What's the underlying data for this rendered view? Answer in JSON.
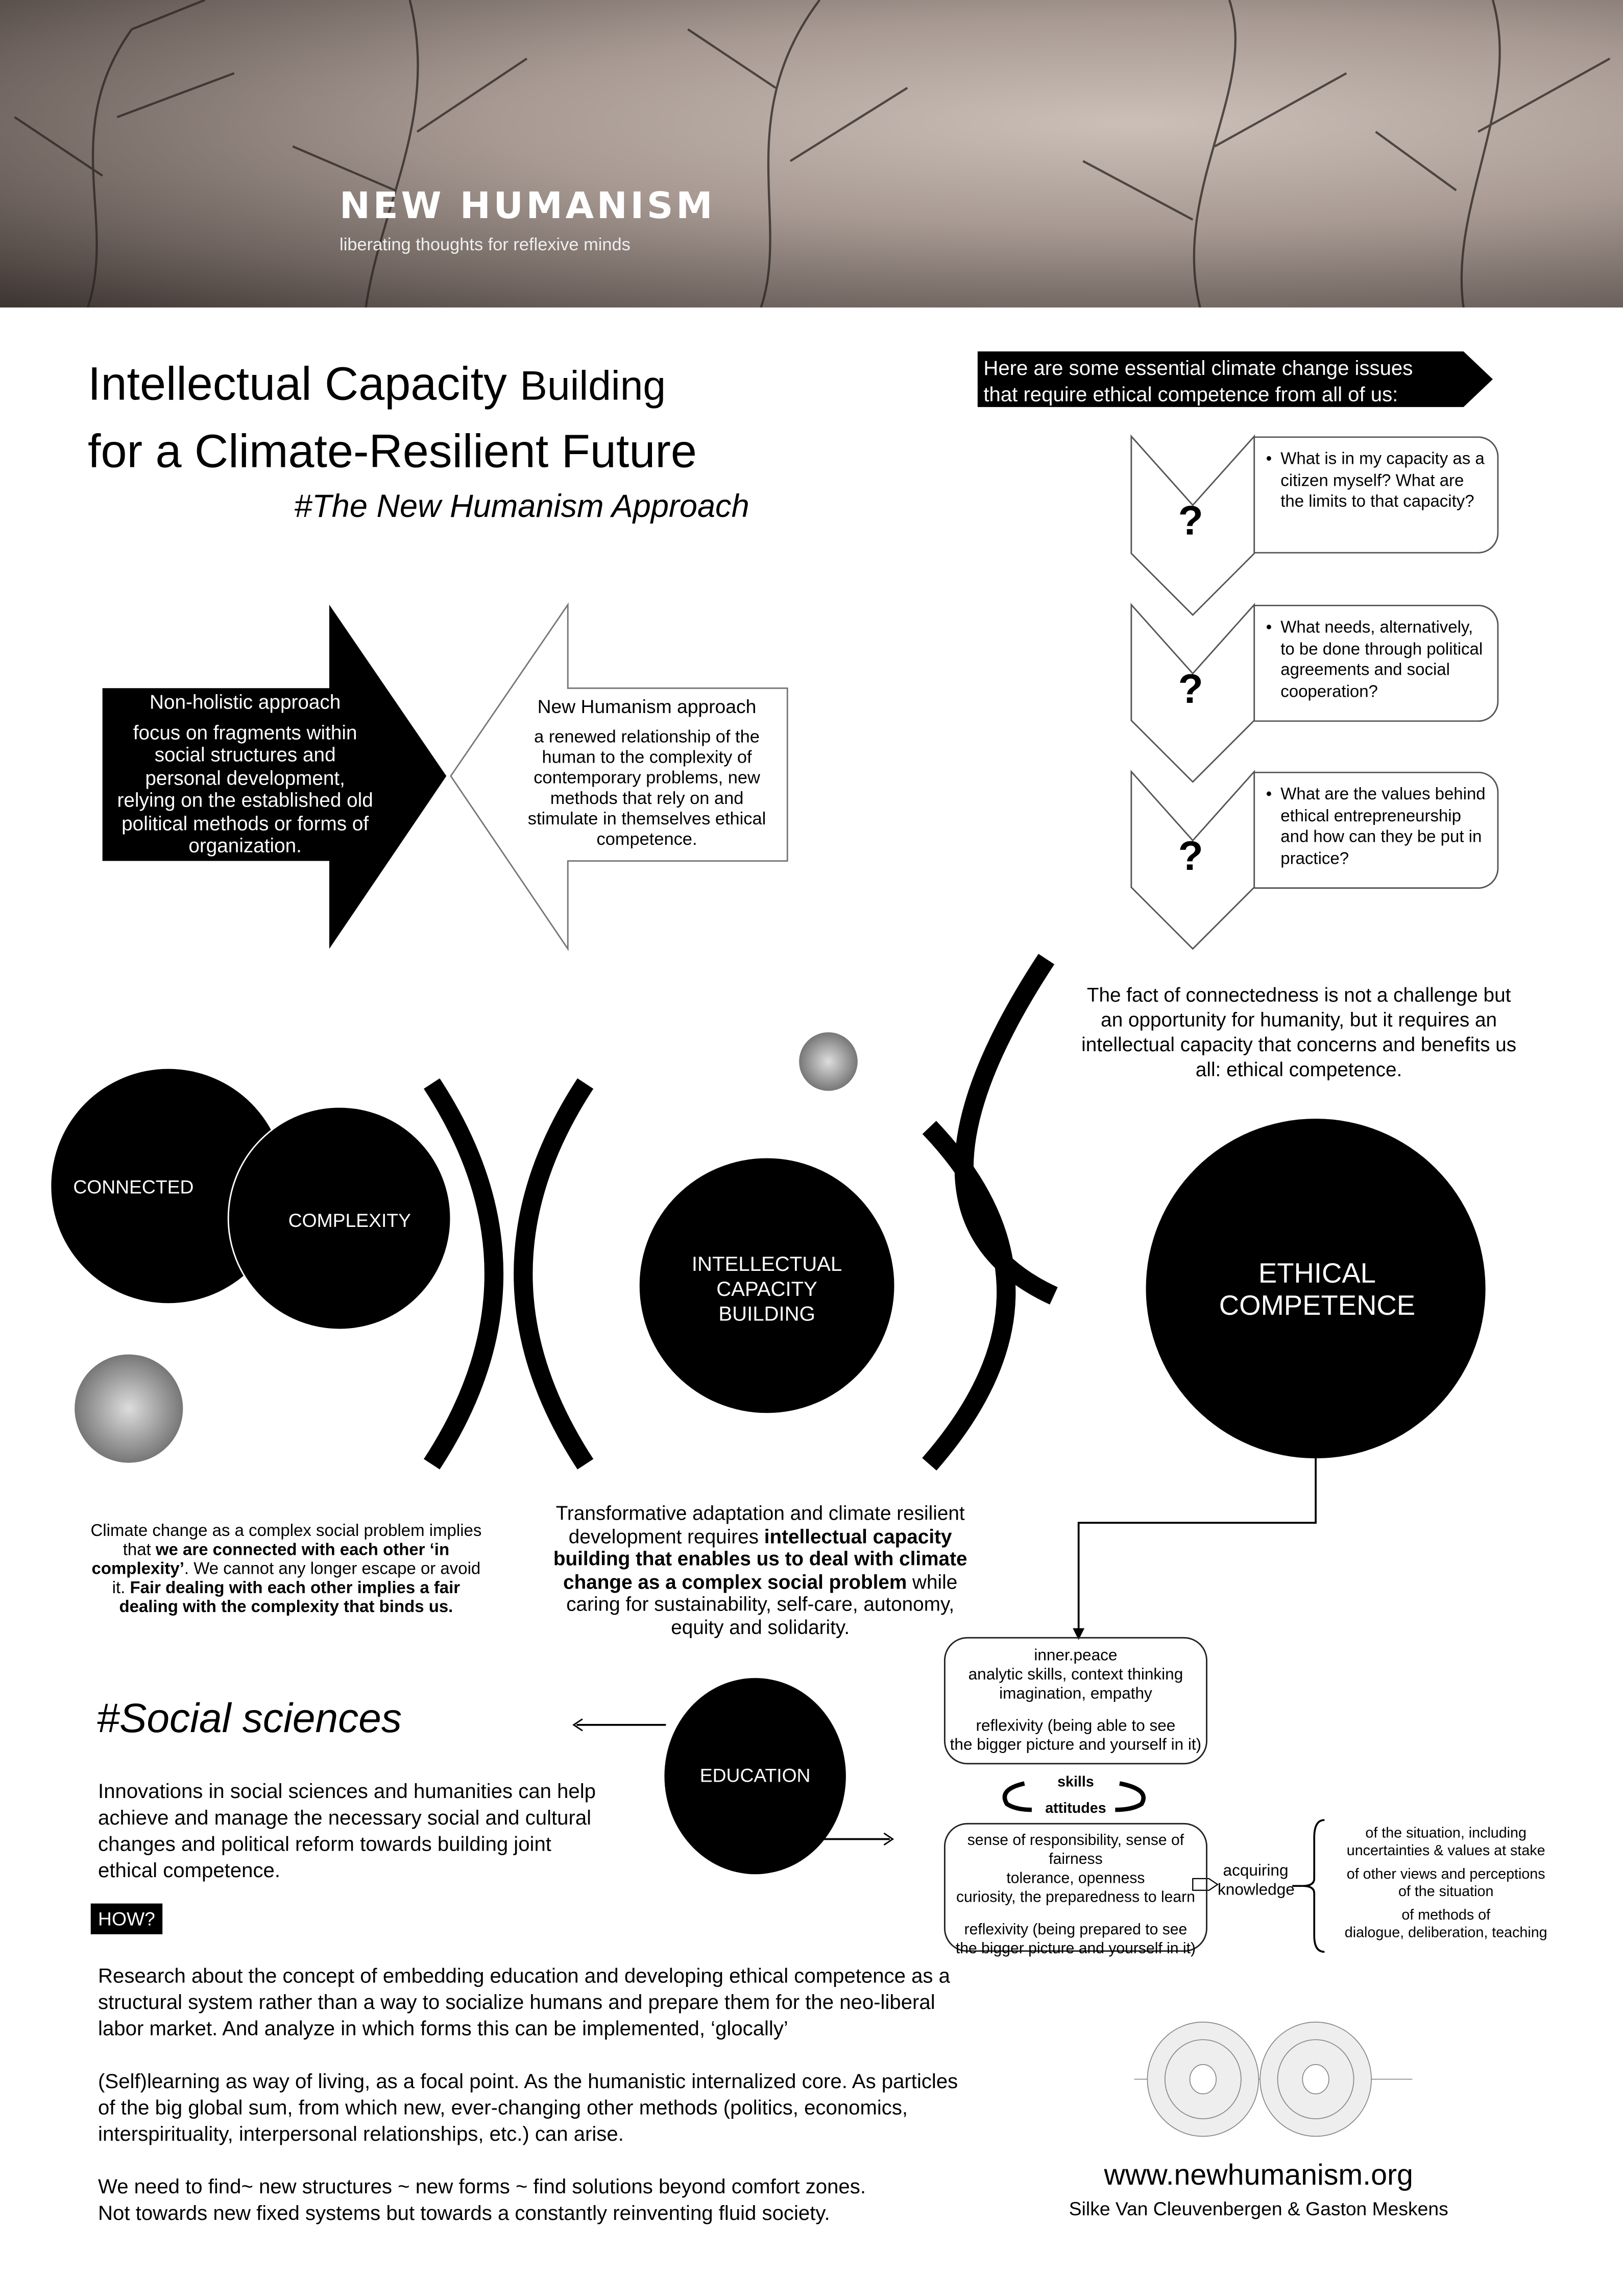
{
  "header": {
    "brand": "NEW HUMANISM",
    "tagline": "liberating thoughts for reflexive minds"
  },
  "title": {
    "line1_main": "Intellectual Capacity",
    "line1_small": "Building",
    "line2": "for a Climate-Resilient Future",
    "subtitle": "#The New Humanism Approach"
  },
  "issues": {
    "banner_line1": "Here are some essential climate change issues",
    "banner_line2": "that require ethical competence from all of us:",
    "items": [
      {
        "mark": "?",
        "text": "What is in my capacity as a citizen myself?  What are the limits to that capacity?"
      },
      {
        "mark": "?",
        "text": "What needs, alternatively, to be done through political agreements and social cooperation?"
      },
      {
        "mark": "?",
        "text": "What are the values behind ethical entrepreneurship and how can they be put in practice?"
      }
    ]
  },
  "approaches": {
    "non_holistic": {
      "title": "Non-holistic approach",
      "text": "focus on fragments within social structures and personal development, relying on the established old political methods or forms of organization."
    },
    "new_humanism": {
      "title": "New Humanism approach",
      "text": "a renewed relationship of the human to the complexity of contemporary problems, new methods that rely on and stimulate in themselves ethical competence."
    }
  },
  "circles": {
    "connected": "CONNECTED",
    "complexity": "COMPLEXITY",
    "icb": "INTELLECTUAL CAPACITY BUILDING",
    "ethical": "ETHICAL COMPETENCE",
    "education": "EDUCATION"
  },
  "connectedness": {
    "a": "The fact of ",
    "b": "connectedness",
    "c": " is not a challenge but an opportunity for humanity, but it requires an intellectual capacity that concerns and benefits us all: ",
    "d": "ethical competence",
    "e": "."
  },
  "climate_text": {
    "a": "Climate change as a complex social problem implies that ",
    "b": "we are connected with each other ‘in complexity’",
    "c": ". We cannot any longer escape or avoid it. ",
    "d": "Fair dealing with each other implies a fair dealing with the complexity that binds us."
  },
  "transform_text": {
    "a": "Transformative adaptation and climate resilient development requires ",
    "b": "intellectual capacity building that enables us to deal with climate change as a complex social problem",
    "c": " while caring for sustainability, self-care, autonomy, equity and solidarity."
  },
  "competence": {
    "box1": [
      "inner.peace",
      "analytic skills, context thinking",
      "imagination, empathy",
      "",
      "reflexivity (being able to see",
      "the bigger picture and yourself in it)"
    ],
    "skills": "skills",
    "attitudes": "attitudes",
    "box2": [
      "sense of responsibility, sense of fairness",
      "tolerance, openness",
      "curiosity, the preparedness to learn",
      "",
      "reflexivity (being prepared to see",
      "the bigger picture and yourself in it)"
    ],
    "acquiring": "acquiring knowledge",
    "knowledge": [
      [
        "of the situation, including",
        "uncertainties & values at stake"
      ],
      [
        "of other views and perceptions",
        "of the situation"
      ],
      [
        "of methods of",
        "dialogue, deliberation, teaching"
      ]
    ]
  },
  "social": {
    "heading": "#Social sciences",
    "intro": "Innovations in social sciences and humanities can help achieve and manage the necessary social and cultural changes and political reform towards building joint ethical competence.",
    "how": "HOW?",
    "p1": "Research about the concept of embedding education and developing ethical competence as a structural system rather than a way to socialize humans and prepare them for the neo-liberal labor market. And analyze in which forms this can be implemented, ‘glocally’",
    "p2": "(Self)learning as way of living, as a focal point. As the humanistic internalized core. As particles of the big global sum, from which new, ever-changing other methods (politics, economics, interspirituality,  interpersonal relationships, etc.) can arise.",
    "p3a": "We need to find~ new structures ~ new forms ~ find solutions beyond comfort zones.",
    "p3b": "Not towards new fixed systems but towards a constantly reinventing fluid society."
  },
  "footer": {
    "url": "www.newhumanism.org",
    "authors": "Silke Van Cleuvenbergen &  Gaston Meskens"
  },
  "colors": {
    "ink": "#000000",
    "paper": "#ffffff"
  }
}
